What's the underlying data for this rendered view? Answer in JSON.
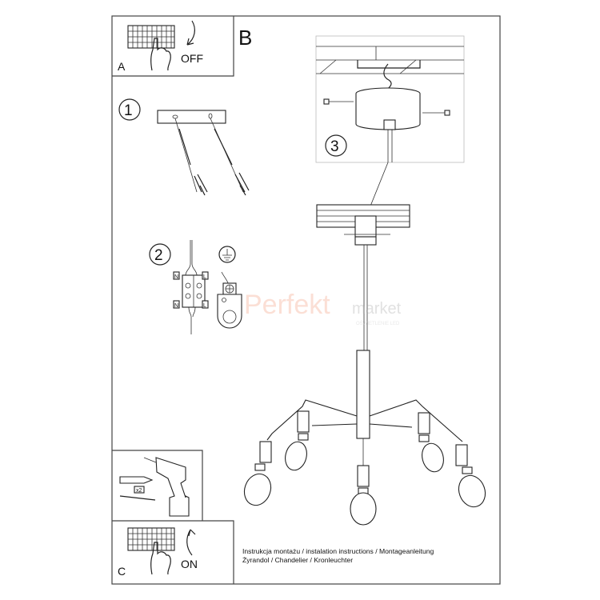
{
  "panels": {
    "a": {
      "label": "A",
      "action": "OFF"
    },
    "b": {
      "label": "B"
    },
    "c": {
      "label": "C",
      "action": "ON"
    }
  },
  "steps": {
    "one": "1",
    "two": "2",
    "three": "3"
  },
  "wiring": {
    "neutral": "N",
    "live": "L",
    "ground_icon": "earth-ground-icon"
  },
  "tools": {
    "quantity": "x2"
  },
  "footer": {
    "line1": "Instrukcja montażu / instalation instructions / Montageanleitung",
    "line2": "Żyrandol / Chandelier / Kronleuchter"
  },
  "watermark": {
    "brand": "Perfekt",
    "suffix": "market",
    "tagline": "OŚWIETLENIE LED"
  }
}
